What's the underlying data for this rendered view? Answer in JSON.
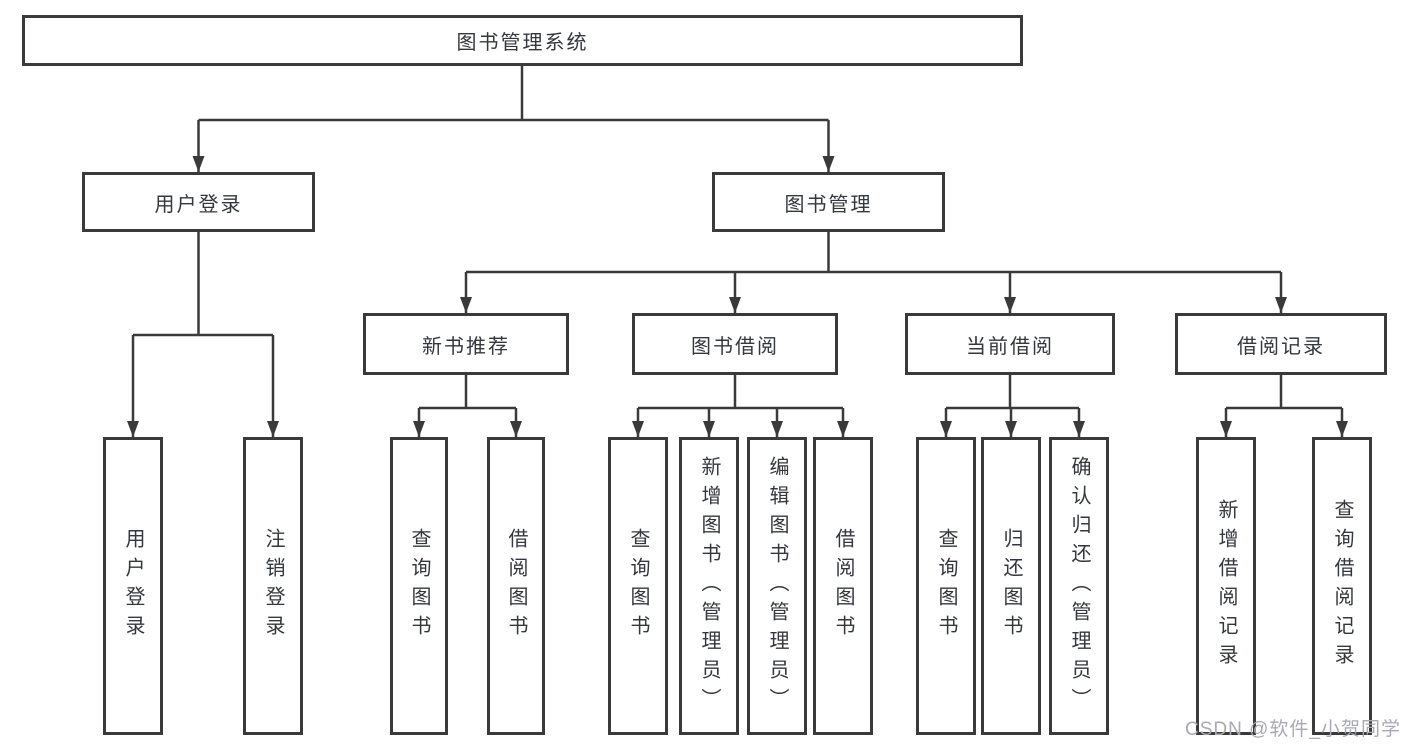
{
  "diagram": {
    "root_label": "图书管理系统",
    "level2": [
      "用户登录",
      "图书管理"
    ],
    "level3": [
      "新书推荐",
      "图书借阅",
      "当前借阅",
      "借阅记录"
    ],
    "leaves": {
      "user_login": [
        "用户登录",
        "注销登录"
      ],
      "new_books": [
        "查询图书",
        "借阅图书"
      ],
      "book_borrow": [
        "查询图书",
        "新增图书（管理员）",
        "编辑图书（管理员）",
        "借阅图书"
      ],
      "current_borrow": [
        "查询图书",
        "归还图书",
        "确认归还（管理员）"
      ],
      "borrow_records": [
        "新增借阅记录",
        "查询借阅记录"
      ]
    }
  },
  "watermark": "CSDN @软件_小贺同学",
  "colors": {
    "line": "#3a3a3a",
    "box_border": "#3a3a3a",
    "text": "#34373c",
    "watermark": "#a9a9b4",
    "background": "#ffffff"
  }
}
